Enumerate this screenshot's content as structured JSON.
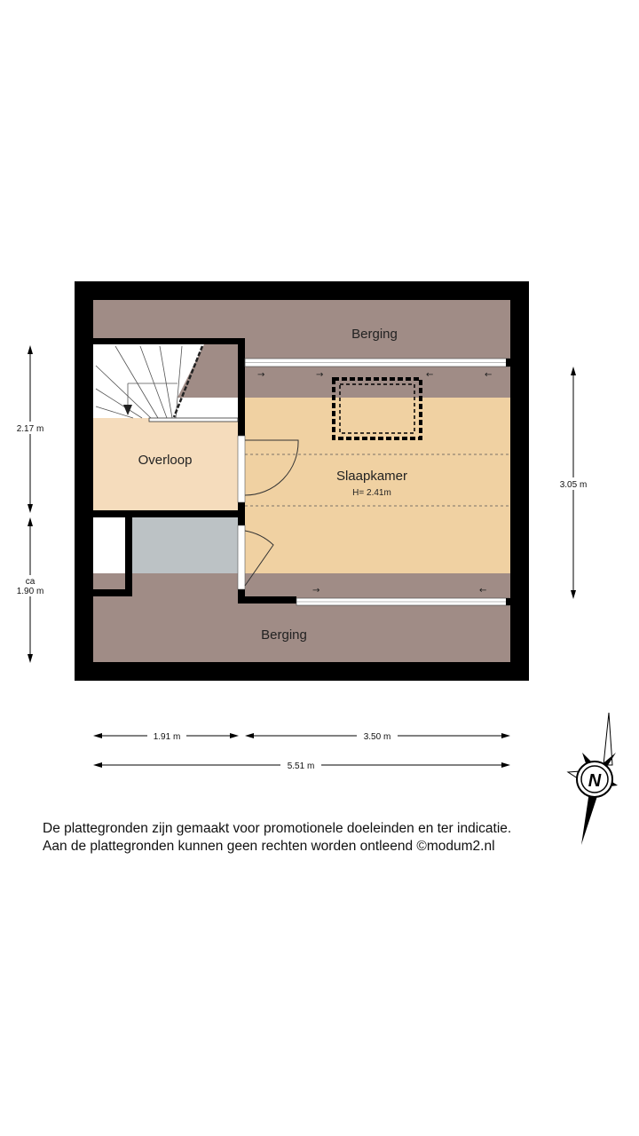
{
  "rooms": {
    "berging_top": "Berging",
    "berging_bottom": "Berging",
    "overloop": "Overloop",
    "slaapkamer": "Slaapkamer",
    "slaapkamer_height": "H= 2.41m"
  },
  "dimensions": {
    "left_upper": "2.17 m",
    "left_lower_prefix": "ca",
    "left_lower": "1.90 m",
    "right": "3.05 m",
    "bottom_left": "1.91 m",
    "bottom_right": "3.50 m",
    "bottom_total": "5.51 m"
  },
  "compass": {
    "letter": "N"
  },
  "disclaimer": {
    "line1": "De plattegronden zijn gemaakt voor promotionele doeleinden en ter indicatie.",
    "line2": "Aan de plattegronden kunnen geen rechten worden ontleend ©modum2.nl"
  },
  "colors": {
    "wall": "#000000",
    "berging": "#a08c86",
    "slaapkamer": "#f0d1a2",
    "overloop": "#f5dcbc",
    "bathroom": "#bcc2c5"
  }
}
